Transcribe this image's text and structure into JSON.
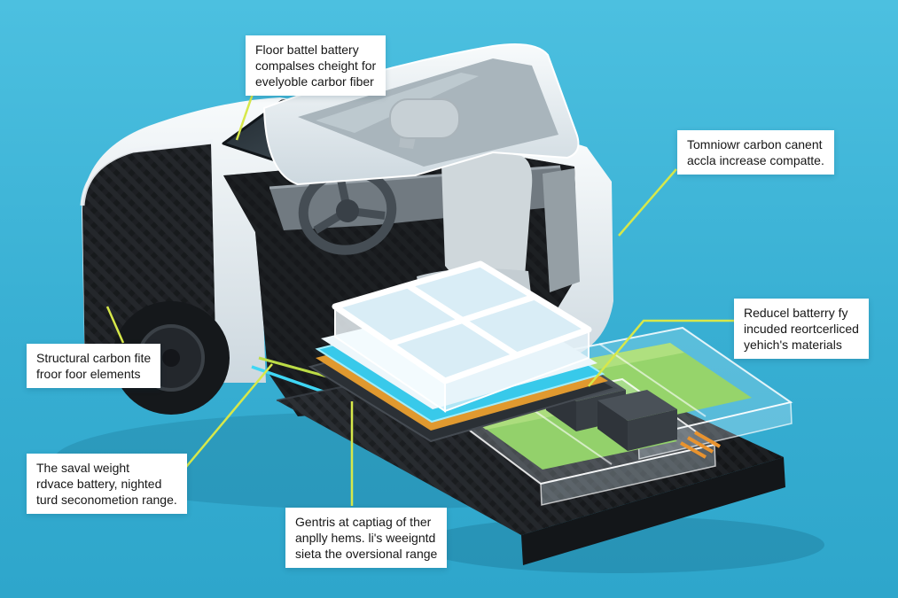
{
  "scene": {
    "background_top": "#4cc0e0",
    "background_bottom": "#2ea6cb",
    "leader_line_color": "#d7e84a",
    "module_green": "#7cc742",
    "rim_orange": "#e0992f",
    "glow_teal": "#38c9ea"
  },
  "callouts": [
    {
      "id": "floor-battery",
      "lines": [
        "Floor battel battery",
        "compalses cheight for",
        "evelyoble carbor fiber"
      ]
    },
    {
      "id": "carbon-content",
      "lines": [
        "Tomniowr carbon canent",
        "accla increase compatte."
      ]
    },
    {
      "id": "reduced-battery",
      "lines": [
        "Reducel batterry fy",
        "incuded reortcerliced",
        "yehich's materials"
      ]
    },
    {
      "id": "structural-floor",
      "lines": [
        "Structural carbon fite",
        "froor foor elements"
      ]
    },
    {
      "id": "saved-weight",
      "lines": [
        "The saval weight",
        "rdvace battery, nighted",
        "turd seconometion range."
      ]
    },
    {
      "id": "center-of-gravity",
      "lines": [
        "Gentris at captiag of ther",
        "anplly hems. li's weeigntd",
        "sieta the oversional range"
      ]
    }
  ]
}
